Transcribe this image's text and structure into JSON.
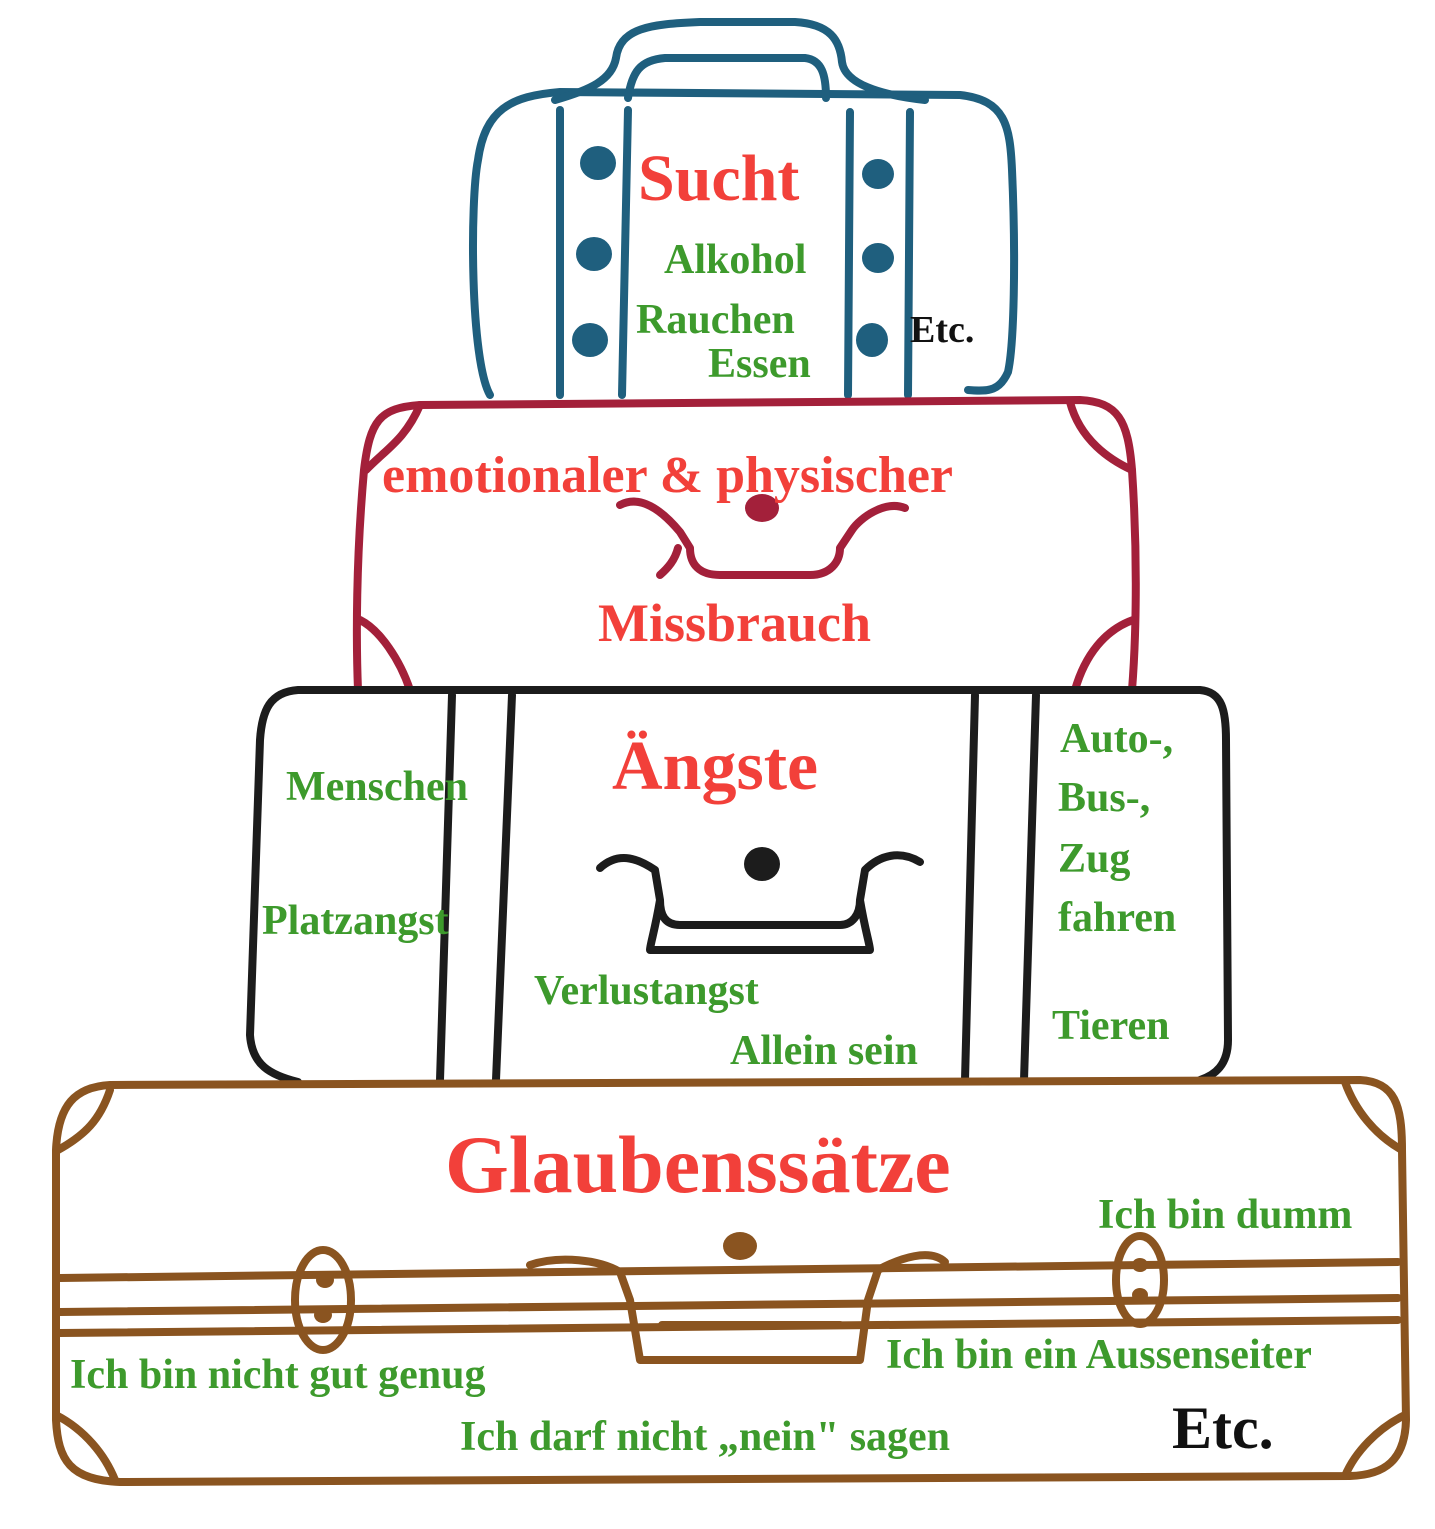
{
  "colors": {
    "title_red": "#f2403a",
    "item_green": "#3d9a2c",
    "etc_black": "#111111",
    "case_blue": "#1f5f7e",
    "case_red": "#a3203a",
    "case_black": "#1c1c1c",
    "case_brown": "#8a5420"
  },
  "suitcases": {
    "sucht": {
      "title": "Sucht",
      "items": [
        "Alkohol",
        "Rauchen",
        "Essen"
      ],
      "etc": "Etc."
    },
    "missbrauch": {
      "title_line1": "emotionaler & physischer",
      "title_line2": "Missbrauch"
    },
    "aengste": {
      "title": "Ängste",
      "left_items": [
        "Menschen",
        "Platzangst"
      ],
      "center_items": [
        "Verlustangst",
        "Allein sein"
      ],
      "right_lines": [
        "Auto-,",
        "Bus-,",
        "Zug",
        "fahren"
      ],
      "right_extra": "Tieren"
    },
    "glaubenssaetze": {
      "title": "Glaubenssätze",
      "items": [
        "Ich bin dumm",
        "Ich bin ein Aussenseiter",
        "Ich bin nicht gut genug",
        "Ich darf nicht „nein\" sagen"
      ],
      "etc": "Etc."
    }
  }
}
